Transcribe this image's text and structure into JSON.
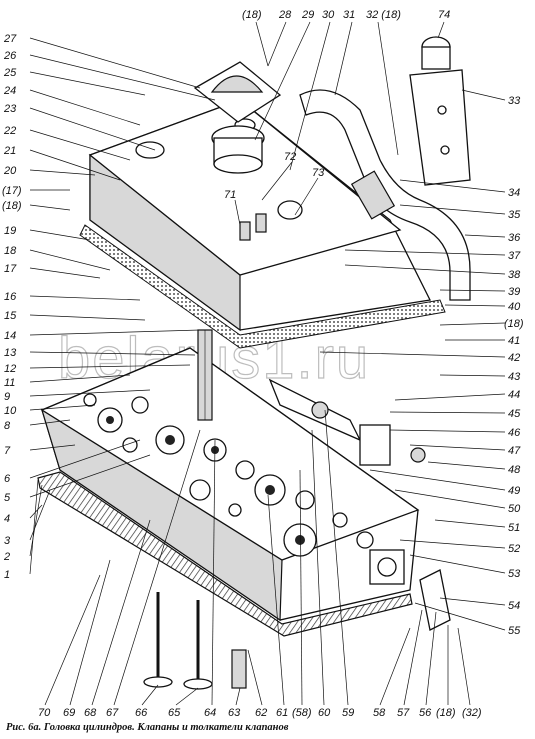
{
  "caption": "Рис. 6а. Головка цилиндров. Клапаны и толкатели клапанов",
  "watermark": "belarus1.ru",
  "callouts_left": [
    "27",
    "26",
    "25",
    "24",
    "23",
    "22",
    "21",
    "20",
    "(17)",
    "(18)",
    "19",
    "18",
    "17",
    "16",
    "15",
    "14",
    "13",
    "12",
    "11",
    "9",
    "10",
    "8",
    "7",
    "6",
    "5",
    "4",
    "3",
    "2",
    "1"
  ],
  "callouts_top": [
    "(18)",
    "28",
    "29",
    "30",
    "31",
    "32 (18)",
    "74"
  ],
  "callouts_right": [
    "33",
    "34",
    "35",
    "36",
    "37",
    "38",
    "39",
    "40",
    "(18)",
    "41",
    "42",
    "43",
    "44",
    "45",
    "46",
    "47",
    "48",
    "49",
    "50",
    "51",
    "52",
    "53",
    "54",
    "55"
  ],
  "callouts_bottom": [
    "70",
    "69",
    "68",
    "67",
    "66",
    "65",
    "64",
    "63",
    "62",
    "61",
    "(58)",
    "60",
    "59",
    "58",
    "57",
    "56",
    "(18)",
    "(32)"
  ],
  "callouts_inner": [
    "72",
    "73",
    "71"
  ]
}
